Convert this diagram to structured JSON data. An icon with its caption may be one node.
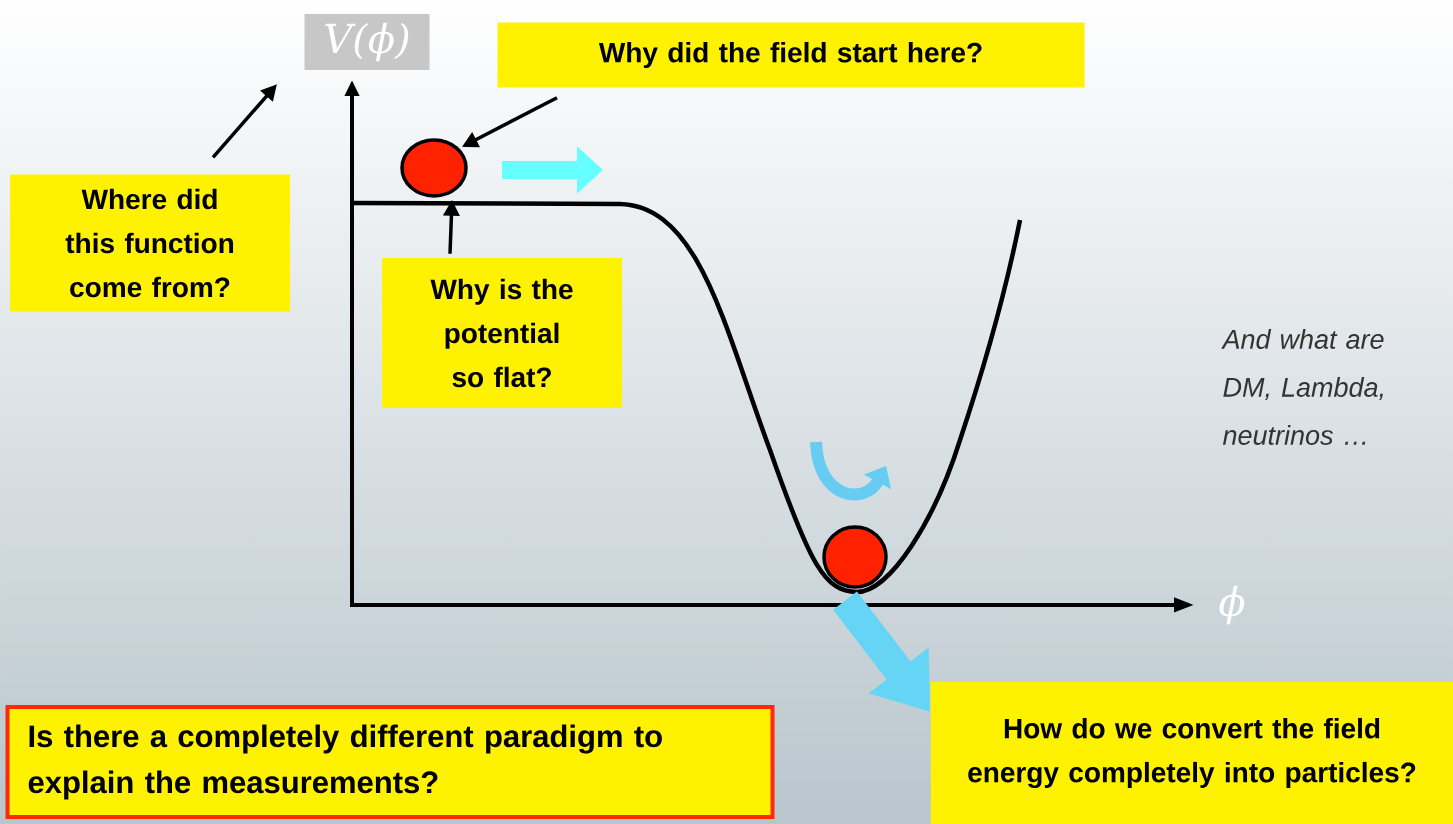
{
  "diagram": {
    "nodes": [
      {
        "text": [
          "V(ϕ)"
        ]
      },
      {
        "text": [
          "Why did the field start here?"
        ]
      },
      {
        "text": [
          "Where did this function come from?"
        ]
      },
      {
        "text": [],
        "shape": "circle"
      },
      {
        "text": [
          "Why is the potential so flat?"
        ]
      },
      {
        "text": [],
        "shape": "circle"
      },
      {
        "text": [
          "How do we convert the field energy completely into particles?"
        ]
      },
      {
        "text": [
          "Is there a completely different paradigm to explain the measurements?"
        ]
      }
    ],
    "edges": [
      {
        "from": 2,
        "to": 0,
        "arrow": "to"
      },
      {
        "from": 1,
        "to": 3,
        "arrow": "to"
      },
      {
        "from": 4,
        "to": 3,
        "arrow": "to"
      },
      {
        "from": 5,
        "to": 6,
        "arrow": "to",
        "style": "thick",
        "color": "#66d4f5"
      }
    ],
    "labels": [
      "ϕ",
      "And what are DM, Lambda, neutrinos …"
    ]
  }
}
